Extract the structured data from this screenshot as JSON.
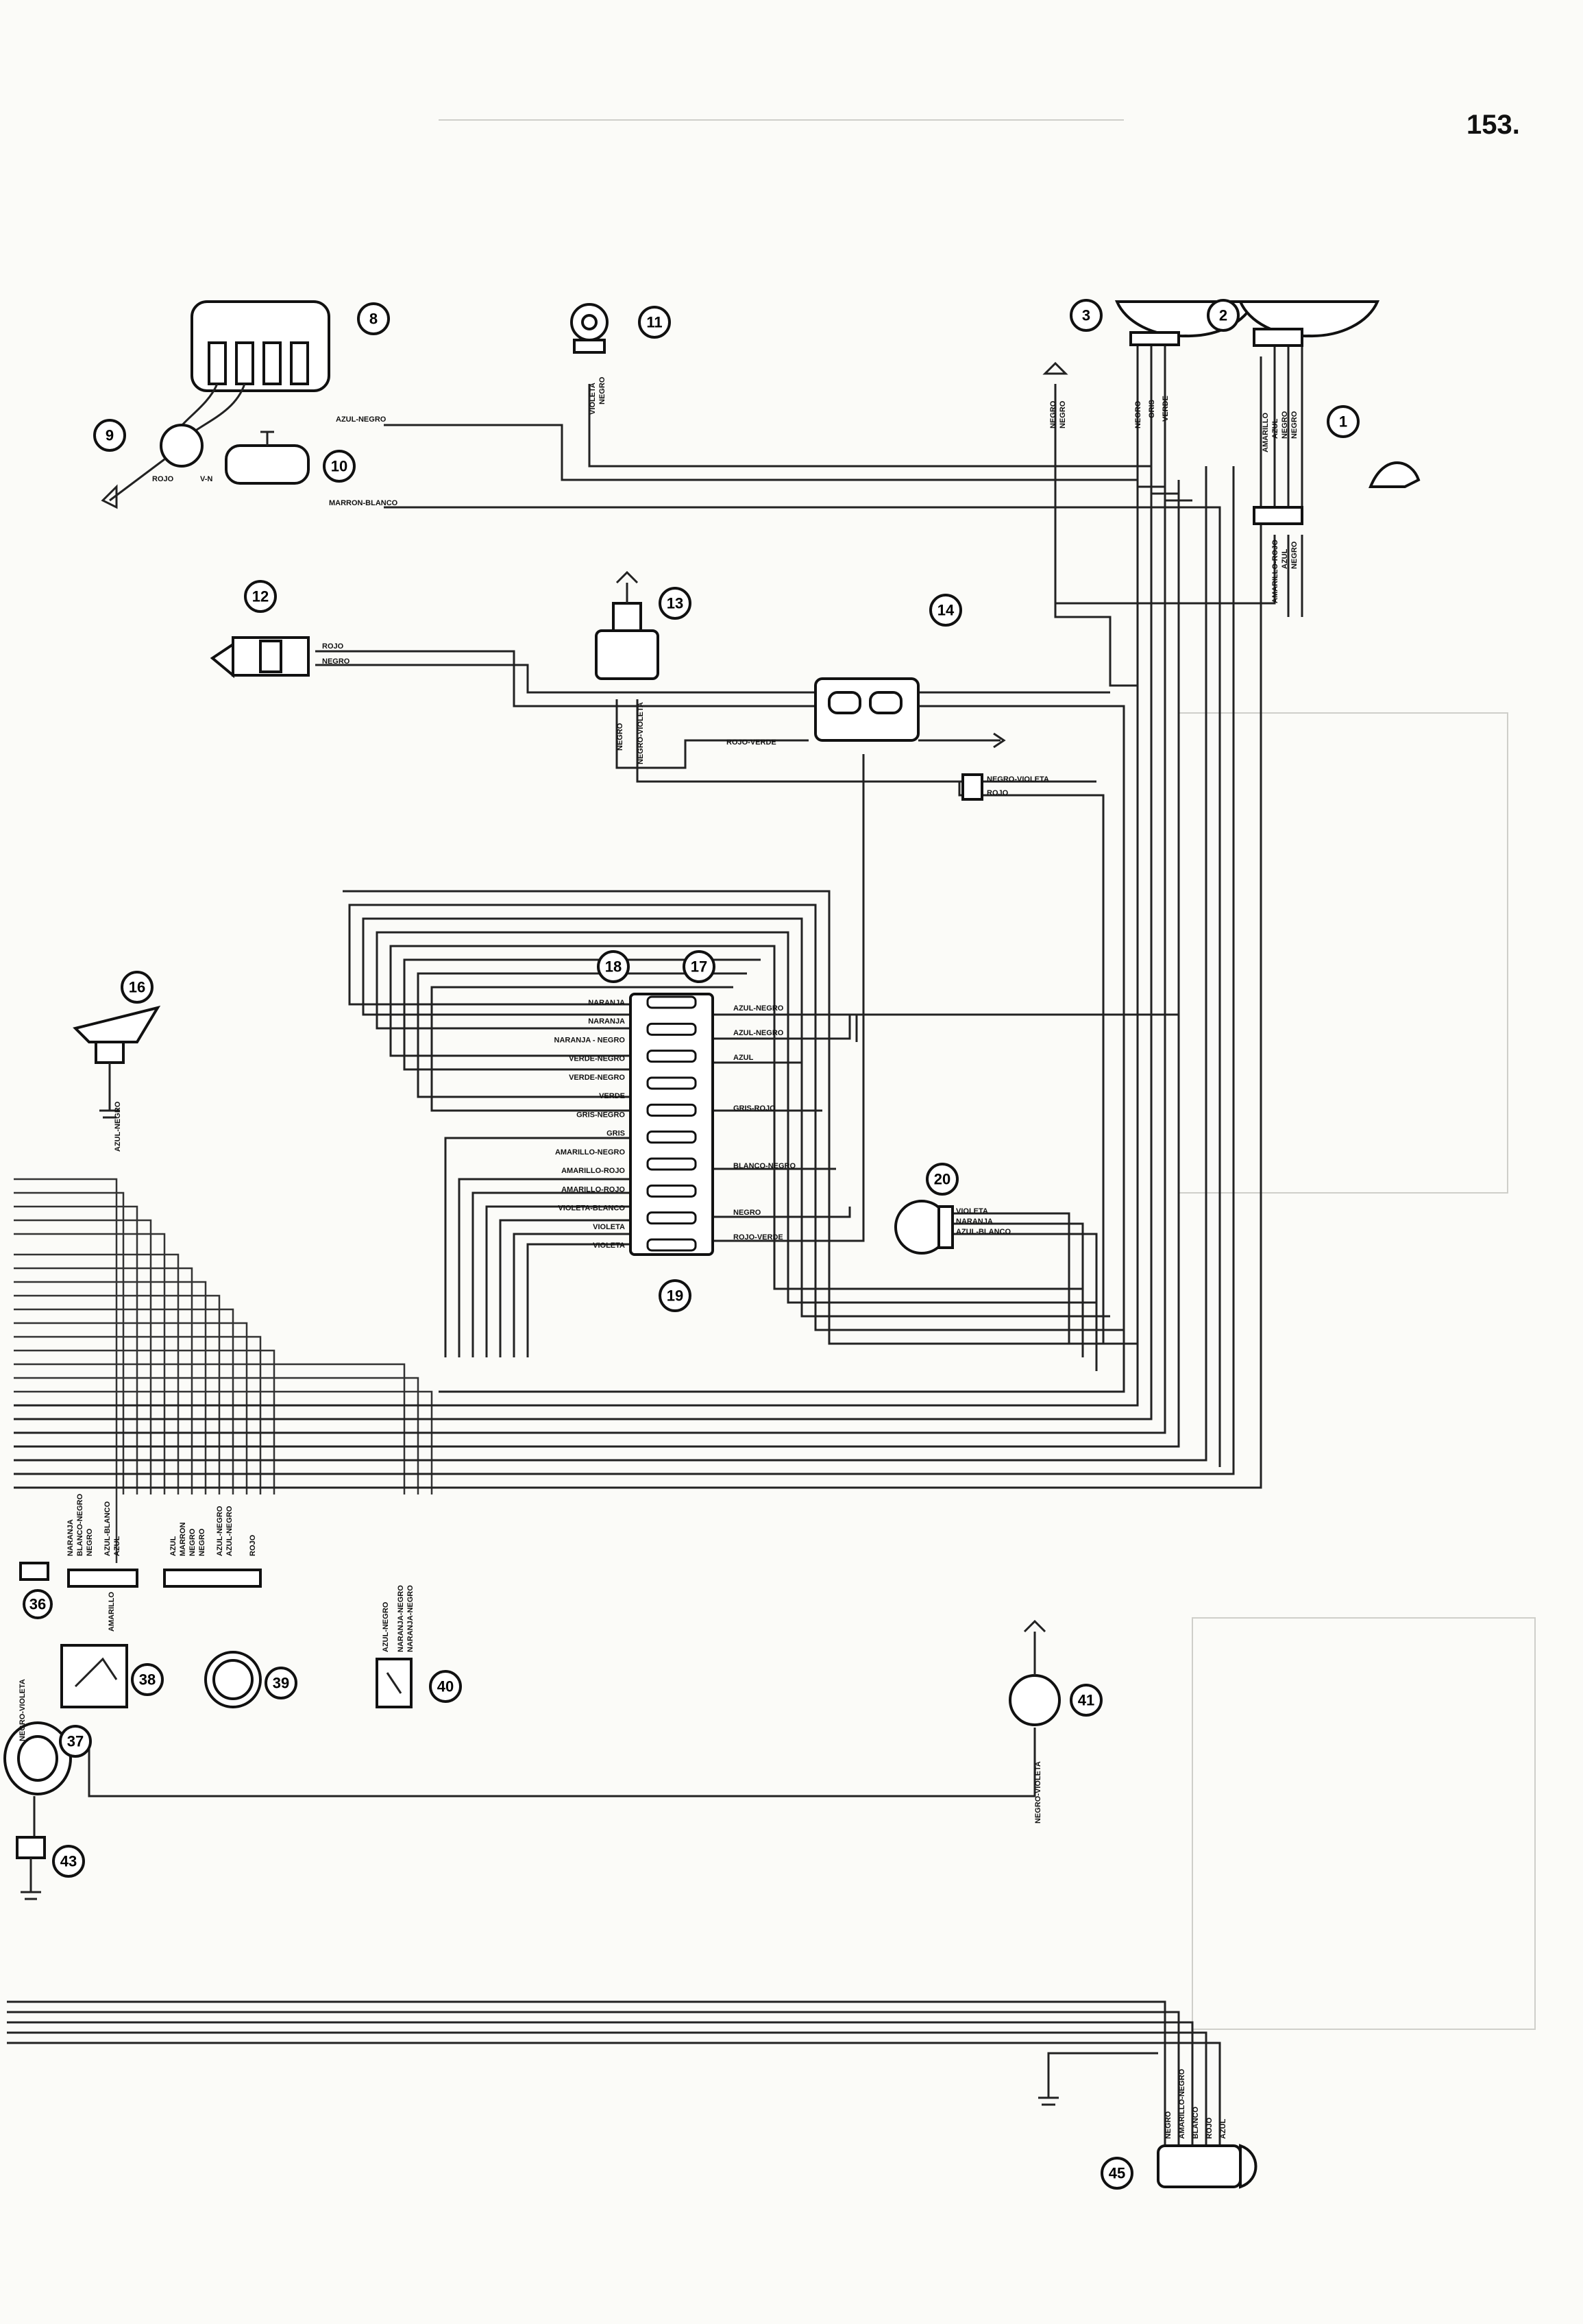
{
  "page": {
    "number": "153."
  },
  "components": [
    {
      "id": "1"
    },
    {
      "id": "2"
    },
    {
      "id": "3"
    },
    {
      "id": "8"
    },
    {
      "id": "9"
    },
    {
      "id": "10"
    },
    {
      "id": "11"
    },
    {
      "id": "12"
    },
    {
      "id": "13"
    },
    {
      "id": "14"
    },
    {
      "id": "16"
    },
    {
      "id": "17"
    },
    {
      "id": "18"
    },
    {
      "id": "19"
    },
    {
      "id": "20"
    },
    {
      "id": "36"
    },
    {
      "id": "37"
    },
    {
      "id": "38"
    },
    {
      "id": "39"
    },
    {
      "id": "40"
    },
    {
      "id": "41"
    },
    {
      "id": "43"
    },
    {
      "id": "45"
    }
  ],
  "wire_labels": {
    "azul_negro_top": "AZUL-NEGRO",
    "rojo_vn": "ROJO",
    "vn": "V-N",
    "marron_blanco": "MARRON-BLANCO",
    "violeta_11": "VIOLETA",
    "negro_11": "NEGRO",
    "negro_3a": "NEGRO",
    "negro_3b": "NEGRO",
    "negro_3c": "NEGRO",
    "gris_3": "GRIS",
    "verde_3": "VERDE",
    "amarillo_2": "AMARILLO",
    "azul_2": "AZUL",
    "negro_2": "NEGRO",
    "negro_2b": "NEGRO",
    "amarillo_rojo_1": "AMARILLO-ROJO",
    "azul_1": "AZUL",
    "negro_1": "NEGRO",
    "rojo_12": "ROJO",
    "negro_12": "NEGRO",
    "negro_13": "NEGRO",
    "negro_violeta_13": "NEGRO-VIOLETA",
    "rojo_verde_14": "ROJO-VERDE",
    "negro_violeta_r": "NEGRO-VIOLETA",
    "rojo_r": "ROJO",
    "azul_negro_16": "AZUL-NEGRO",
    "fuse_left": [
      "NARANJA",
      "NARANJA",
      "NARANJA - NEGRO",
      "VERDE-NEGRO",
      "VERDE-NEGRO",
      "VERDE",
      "GRIS-NEGRO",
      "GRIS",
      "AMARILLO-NEGRO",
      "AMARILLO-ROJO",
      "AMARILLO-ROJO",
      "VIOLETA-BLANCO",
      "VIOLETA",
      "VIOLETA"
    ],
    "fuse_right": [
      "AZUL-NEGRO",
      "AZUL-NEGRO",
      "AZUL",
      "GRIS-ROJO",
      "BLANCO-NEGRO",
      "NEGRO",
      "ROJO-VERDE"
    ],
    "c20": [
      "VIOLETA",
      "NARANJA",
      "AZUL-BLANCO"
    ],
    "c38": [
      "NARANJA",
      "BLANCO-NEGRO",
      "NEGRO",
      "AZUL-BLANCO",
      "AZUL"
    ],
    "c38b": [
      "AMARILLO"
    ],
    "c39": [
      "AZUL",
      "MARRON",
      "NEGRO",
      "NEGRO",
      "AZUL-NEGRO",
      "AZUL-NEGRO",
      "ROJO"
    ],
    "c40": [
      "AZUL-NEGRO",
      "NARANJA-NEGRO",
      "NARANJA-NEGRO"
    ],
    "c37": "NEGRO-VIOLETA",
    "c41": "NEGRO-VIOLETA",
    "c45": [
      "NEGRO",
      "AMARILLO-NEGRO",
      "BLANCO",
      "ROJO",
      "AZUL"
    ]
  }
}
